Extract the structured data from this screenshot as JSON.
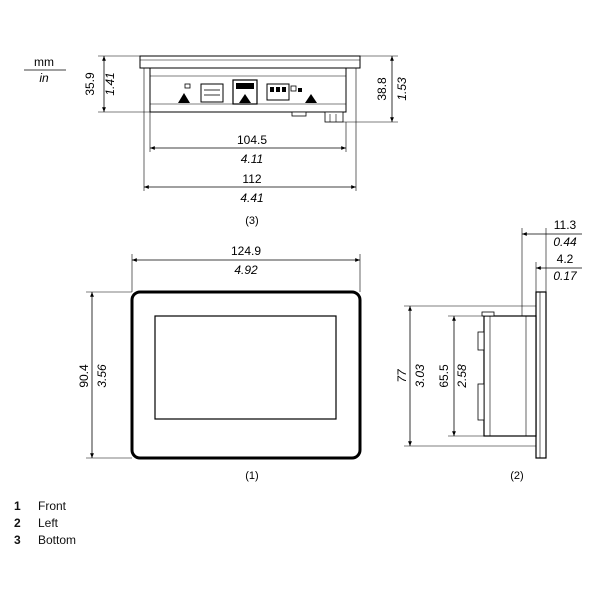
{
  "units": {
    "primary": "mm",
    "secondary": "in"
  },
  "bottom_view": {
    "height_left": {
      "mm": "35.9",
      "in": "1.41"
    },
    "height_right": {
      "mm": "38.8",
      "in": "1.53"
    },
    "width_inner": {
      "mm": "104.5",
      "in": "4.11"
    },
    "width_outer": {
      "mm": "112",
      "in": "4.41"
    },
    "label": "(3)"
  },
  "front_view": {
    "width": {
      "mm": "124.9",
      "in": "4.92"
    },
    "height": {
      "mm": "90.4",
      "in": "3.56"
    },
    "label": "(1)"
  },
  "left_view": {
    "depth_total": {
      "mm": "11.3",
      "in": "0.44"
    },
    "bezel_thickness": {
      "mm": "4.2",
      "in": "0.17"
    },
    "height_outer": {
      "mm": "77",
      "in": "3.03"
    },
    "height_inner": {
      "mm": "65.5",
      "in": "2.58"
    },
    "label": "(2)"
  },
  "legend": [
    {
      "number": "1",
      "text": "Front"
    },
    {
      "number": "2",
      "text": "Left"
    },
    {
      "number": "3",
      "text": "Bottom"
    }
  ]
}
